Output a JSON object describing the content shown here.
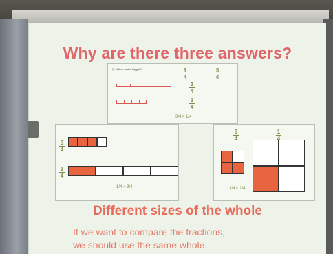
{
  "slide": {
    "title": "Why are there three answers?",
    "subheading": "Different sizes of the whole",
    "body_line1": "If we want to compare the fractions,",
    "body_line2": "we should use the same whole."
  },
  "top_panel": {
    "question": "Q: Which one is bigger?",
    "frac_a": "1 / 4",
    "frac_b": "3 / 4",
    "row1_frac": "3 / 4",
    "row2_frac": "1 / 4",
    "compare": "3/4 > 1/4"
  },
  "left_panel": {
    "frac_top": "3 / 4",
    "frac_bottom": "1 / 4",
    "compare": "1/4 = 3/4"
  },
  "right_panel": {
    "frac_a": "3 / 4",
    "frac_b": "1 / 4",
    "compare": "3/4 < 1/4"
  },
  "colors": {
    "accent": "#e0666a",
    "fill": "#e8643f",
    "fraction": "#7d8a4a"
  }
}
